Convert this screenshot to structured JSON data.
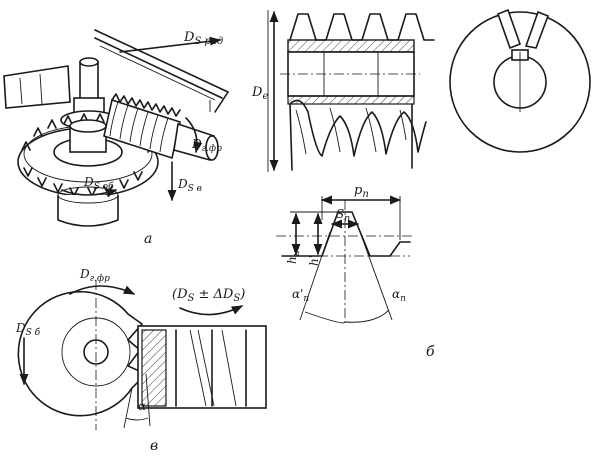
{
  "panel_a": {
    "label": "а",
    "feed_radial": "D",
    "feed_radial_sub": "S рад",
    "rotation_tool": "D",
    "rotation_tool_sub": "г.фр",
    "feed_vertical": "D",
    "feed_vertical_sub": "S в",
    "rotation_blank": "D",
    "rotation_blank_sub": "S об"
  },
  "panel_b": {
    "label": "б",
    "diameter": "D",
    "diameter_sub": "е",
    "pitch": "p",
    "pitch_sub": "n",
    "thickness": "S",
    "thickness_sub": "n",
    "height_total": "h",
    "height_total_sub": "и",
    "height_part": "h'",
    "angle_left": "α'",
    "angle_left_sub": "n",
    "angle_right": "α",
    "angle_right_sub": "n"
  },
  "panel_c": {
    "label": "в",
    "rotation_tool": "D",
    "rotation_tool_sub": "г.фр",
    "rotation_blank": "D",
    "rotation_blank_sub": "S б",
    "axial_feed": "(D",
    "axial_feed_sub": "S",
    "axial_feed_rest": " ± ΔD",
    "axial_feed_rest_sub": "S",
    "axial_feed_close": ")",
    "angle": "α"
  }
}
